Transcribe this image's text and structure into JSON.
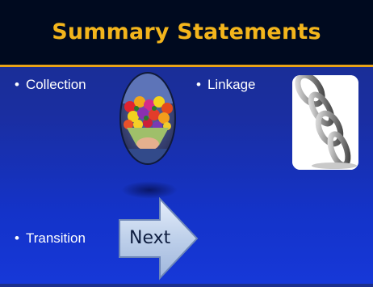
{
  "slide": {
    "title": "Summary Statements",
    "bullets": [
      {
        "dot": "•",
        "text": "Collection"
      },
      {
        "dot": "•",
        "text": "Linkage"
      },
      {
        "dot": "•",
        "text": "Transition"
      }
    ],
    "arrow_label": "Next"
  },
  "colors": {
    "title": "#f3b51c",
    "title_bar": "#000a1f",
    "rule": "#e8a317",
    "arrow_fill": "#bed0ea"
  },
  "images": [
    {
      "name": "flower-bouquet-image",
      "shape": "oval"
    },
    {
      "name": "chain-links-image",
      "shape": "rounded-rectangle"
    }
  ]
}
